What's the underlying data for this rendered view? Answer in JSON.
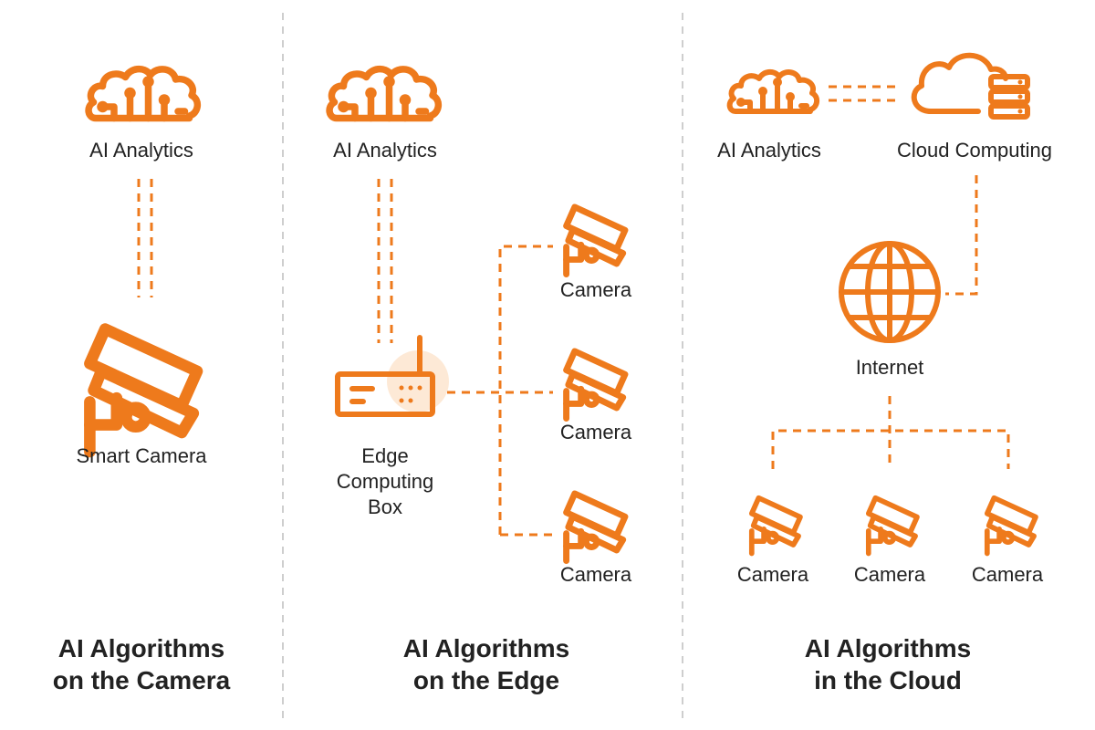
{
  "colors": {
    "accent": "#ee7a1c",
    "text": "#222222",
    "divider": "#bdbdbd",
    "highlight": "#fde9d6"
  },
  "icons": {
    "brain": "brain-circuit-icon",
    "cloud": "cloud-server-icon",
    "globe": "globe-icon",
    "camera": "security-camera-icon",
    "box": "edge-box-icon"
  },
  "panel_camera": {
    "analytics_label": "AI Analytics",
    "smart_camera_label": "Smart Camera",
    "title_line1": "AI Algorithms",
    "title_line2": "on the Camera"
  },
  "panel_edge": {
    "analytics_label": "AI Analytics",
    "box_line1": "Edge",
    "box_line2": "Computing",
    "box_line3": "Box",
    "cameras": [
      "Camera",
      "Camera",
      "Camera"
    ],
    "title_line1": "AI Algorithms",
    "title_line2": "on the Edge"
  },
  "panel_cloud": {
    "analytics_label": "AI Analytics",
    "cloud_label": "Cloud Computing",
    "internet_label": "Internet",
    "cameras": [
      "Camera",
      "Camera",
      "Camera"
    ],
    "title_line1": "AI Algorithms",
    "title_line2": "in the Cloud"
  }
}
